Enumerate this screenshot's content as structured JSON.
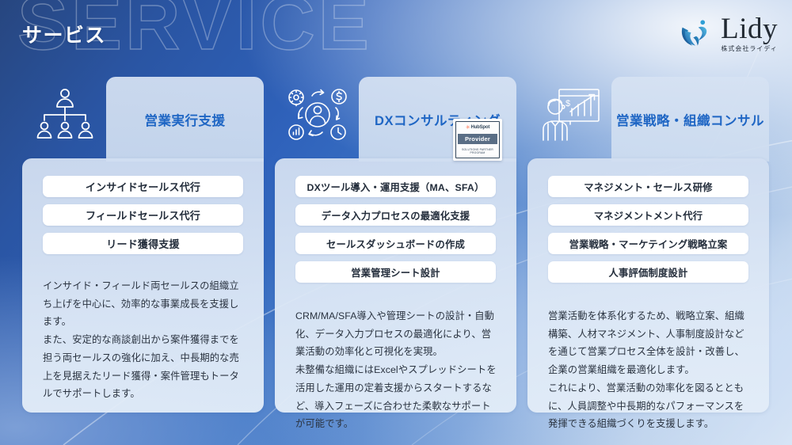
{
  "page": {
    "watermark": "SERVICE",
    "title": "サービス"
  },
  "logo": {
    "word": "Lidy",
    "sub": "株式会社ライディ",
    "mark_icon": "lidy-swoosh-figure-icon"
  },
  "colors": {
    "accent_blue": "#1f66c4",
    "bg_deep_blue": "#27467f",
    "bg_light": "#dde9f6",
    "pill_bg": "#ffffff",
    "text_dark": "#232d3b"
  },
  "cards": [
    {
      "id": "sales-execution",
      "icon": "org-chart-people-icon",
      "title": "営業実行支援",
      "items": [
        "インサイドセールス代行",
        "フィールドセールス代行",
        "リード獲得支援"
      ],
      "description": "インサイド・フィールド両セールスの組織立ち上げを中心に、効率的な事業成長を支援します。\nまた、安定的な商談創出から案件獲得までを担う両セールスの強化に加え、中長期的な売上を見据えたリード獲得・案件管理もトータルでサポートします。"
    },
    {
      "id": "dx-consulting",
      "icon": "person-process-cycle-icon",
      "title": "DXコンサルティング",
      "items": [
        "DXツール導入・運用支援（MA、SFA）",
        "データ入力プロセスの最適化支援",
        "セールスダッシュボードの作成",
        "営業管理シート設計"
      ],
      "description": "CRM/MA/SFA導入や管理シートの設計・自動化、データ入力プロセスの最適化により、営業活動の効率化と可視化を実現。\n未整備な組織にはExcelやスプレッドシートを活用した運用の定着支援からスタートするなど、導入フェーズに合わせた柔軟なサポートが可能です。",
      "badge": {
        "brand": "HubSpot",
        "tier": "Provider",
        "footnote": "SOLUTIONS PARTNER\nPROGRAM"
      }
    },
    {
      "id": "sales-strategy-org",
      "icon": "presenter-chart-board-icon",
      "title": "営業戦略・組織コンサル",
      "items": [
        "マネジメント・セールス研修",
        "マネジメントメント代行",
        "営業戦略・マーケテイング戦略立案",
        "人事評価制度設計"
      ],
      "description": "営業活動を体系化するため、戦略立案、組織構築、人材マネジメント、人事制度設計などを通じて営業プロセス全体を設計・改善し、企業の営業組織を最適化します。\nこれにより、営業活動の効率化を図るとともに、人員調整や中長期的なパフォーマンスを発揮できる組織づくりを支援します。"
    }
  ]
}
